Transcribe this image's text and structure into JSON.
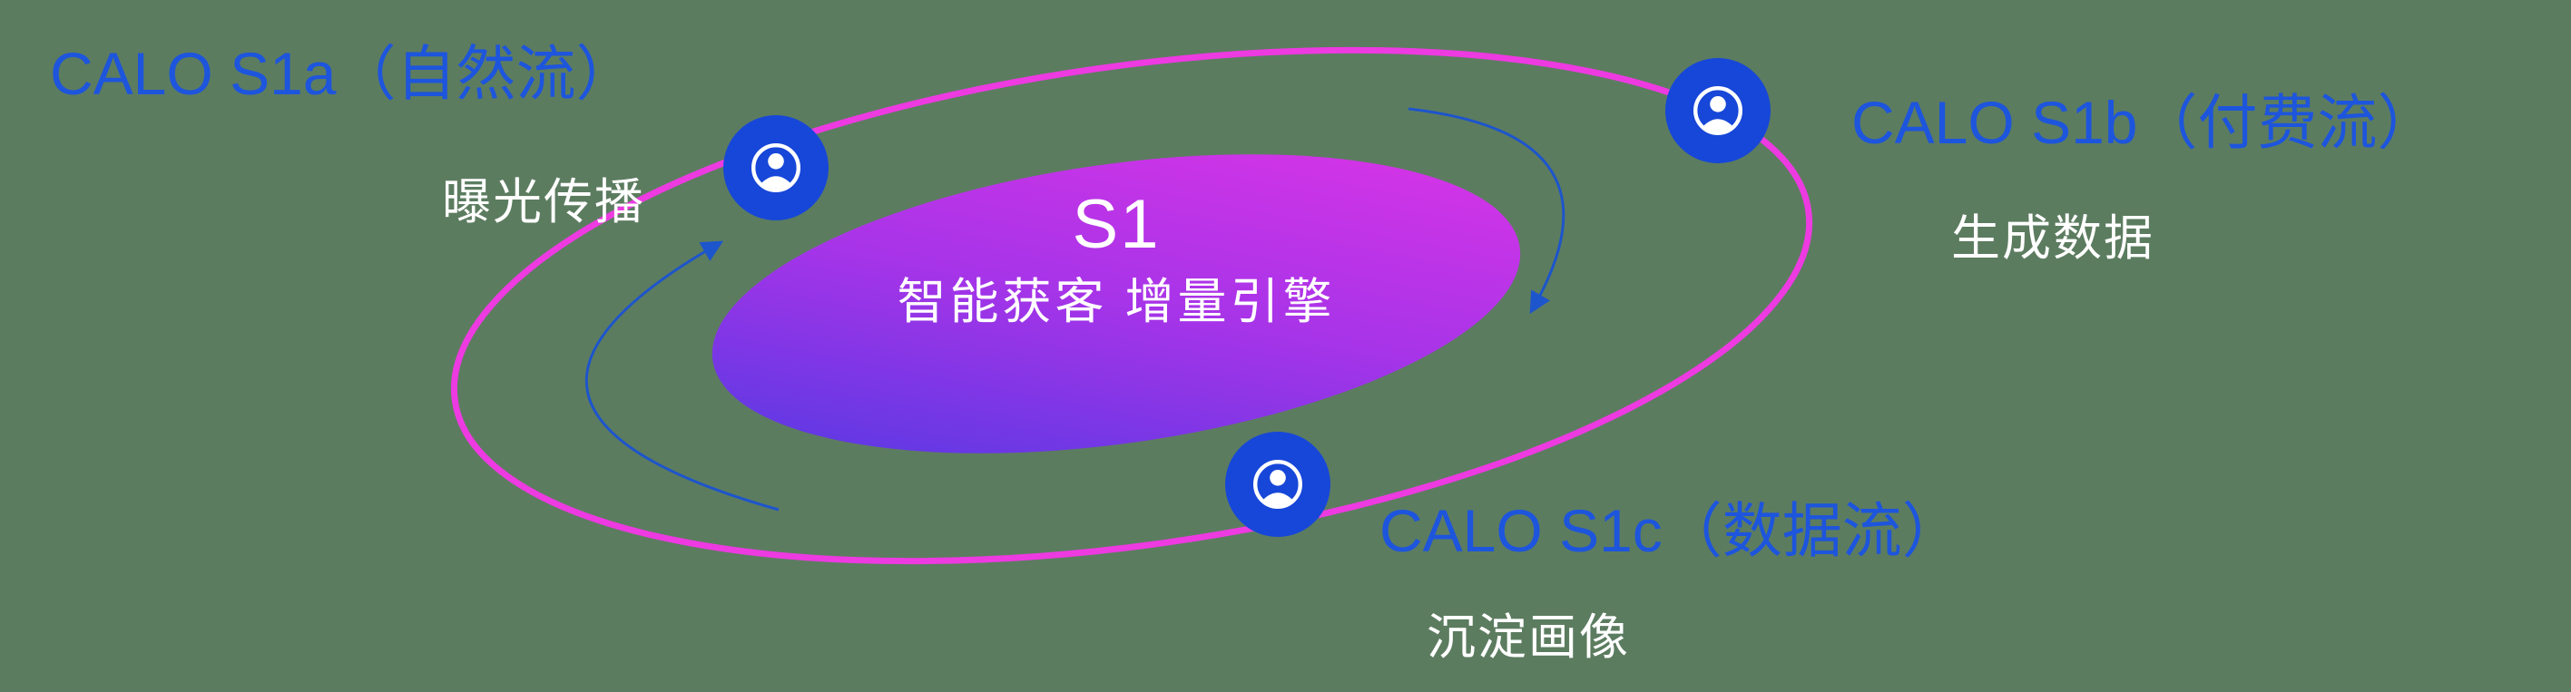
{
  "colors": {
    "bg": "#5c7c60",
    "orbit": "#ed3ae1",
    "grad-start": "#4a3ae2",
    "grad-mid": "#a634e8",
    "grad-end": "#e234e6",
    "node": "#1747d8",
    "label-blue": "#1d55dd",
    "arrow": "#1d55cc",
    "white": "#ffffff"
  },
  "center": {
    "title": "S1",
    "subtitle": "智能获客  增量引擎"
  },
  "nodes": {
    "s1a": {
      "label": "CALO S1a（自然流）",
      "sublabel": "曝光传播",
      "icon": "person-in-circle-icon"
    },
    "s1b": {
      "label": "CALO S1b（付费流）",
      "sublabel": "生成数据",
      "icon": "person-in-circle-icon"
    },
    "s1c": {
      "label": "CALO S1c（数据流）",
      "sublabel": "沉淀画像",
      "icon": "person-in-circle-icon"
    }
  }
}
